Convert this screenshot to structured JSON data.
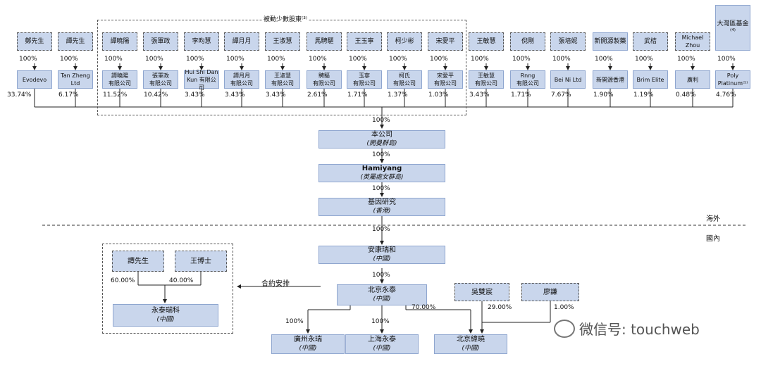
{
  "top_owners": [
    {
      "name": "鄭先生",
      "dashed": true
    },
    {
      "name": "譚先生",
      "dashed": true
    },
    {
      "name": "譚曉陽",
      "dashed": true
    },
    {
      "name": "張軍政",
      "dashed": true
    },
    {
      "name": "李昀慧",
      "dashed": true
    },
    {
      "name": "譚月月",
      "dashed": true
    },
    {
      "name": "王淑慧",
      "dashed": true
    },
    {
      "name": "馬騁驅",
      "dashed": true
    },
    {
      "name": "王玉寧",
      "dashed": true
    },
    {
      "name": "柯少彬",
      "dashed": true
    },
    {
      "name": "宋愛平",
      "dashed": true
    },
    {
      "name": "王敏慧",
      "dashed": true
    },
    {
      "name": "倪剛",
      "dashed": true
    },
    {
      "name": "張培妮",
      "dashed": true
    },
    {
      "name": "新開源製藥",
      "dashed": false
    },
    {
      "name": "武桔",
      "dashed": true
    },
    {
      "name": "Michael Zhou",
      "dashed": true
    },
    {
      "name": "大灣區基金⁽⁴⁾",
      "dashed": false
    }
  ],
  "owner_pct": "100%",
  "holding_cos": [
    {
      "name": "Evodevo",
      "pct": "33.74%"
    },
    {
      "name": "Tan Zheng\nLtd",
      "pct": "6.17%"
    },
    {
      "name": "譚曉陽\n有限公司",
      "pct": "11.52%"
    },
    {
      "name": "張軍政\n有限公司",
      "pct": "10.42%"
    },
    {
      "name": "Hui Shi Dan\nKun 有限公司",
      "pct": "3.43%"
    },
    {
      "name": "譚月月\n有限公司",
      "pct": "3.43%"
    },
    {
      "name": "王淑慧\n有限公司",
      "pct": "3.43%"
    },
    {
      "name": "騁驅\n有限公司",
      "pct": "2.61%"
    },
    {
      "name": "玉寧\n有限公司",
      "pct": "1.71%"
    },
    {
      "name": "柯氏\n有限公司",
      "pct": "1.37%"
    },
    {
      "name": "宋愛平\n有限公司",
      "pct": "1.03%"
    },
    {
      "name": "王敏慧\n有限公司",
      "pct": "3.43%"
    },
    {
      "name": "Rnng\n有限公司",
      "pct": "1.71%"
    },
    {
      "name": "Bei Ni Ltd",
      "pct": "7.67%"
    },
    {
      "name": "新開源香港",
      "pct": "1.90%"
    },
    {
      "name": "Brim Elite",
      "pct": "1.19%"
    },
    {
      "name": "廣利",
      "pct": "0.48%"
    },
    {
      "name": "Poly\nPlatinum⁽⁵⁾",
      "pct": "4.76%"
    }
  ],
  "passive_group_label": "被動少數股東⁽³⁾",
  "chain": [
    {
      "name": "本公司",
      "place": "(開曼群島)",
      "pct": "100%"
    },
    {
      "name": "Hamiyang",
      "place": "(英屬處女群島)",
      "pct": "100%"
    },
    {
      "name": "基因研究",
      "place": "(香港)",
      "pct": "100%"
    },
    {
      "name": "安康瑞和",
      "place": "(中國)",
      "pct": "100%"
    },
    {
      "name": "北京永泰",
      "place": "(中國)",
      "pct": "100%"
    }
  ],
  "regions": {
    "overseas": "海外",
    "domestic": "國內"
  },
  "vie": {
    "owner1": "譚先生",
    "owner2": "王博士",
    "pct1": "60.00%",
    "pct2": "40.00%",
    "entity": "永泰瑞科",
    "place": "(中國)",
    "arrangement": "合約安排"
  },
  "subs": [
    {
      "name": "廣州永瑞",
      "place": "(中國)",
      "pct": "100%"
    },
    {
      "name": "上海永泰",
      "place": "(中國)",
      "pct": "100%"
    },
    {
      "name": "北京緯曉",
      "place": "(中國)",
      "pct": "70.00%"
    }
  ],
  "minor_owners": [
    {
      "name": "吳雙宸",
      "pct": "29.00%"
    },
    {
      "name": "廖謙",
      "pct": "1.00%"
    }
  ],
  "watermark": "微信号: touchweb"
}
